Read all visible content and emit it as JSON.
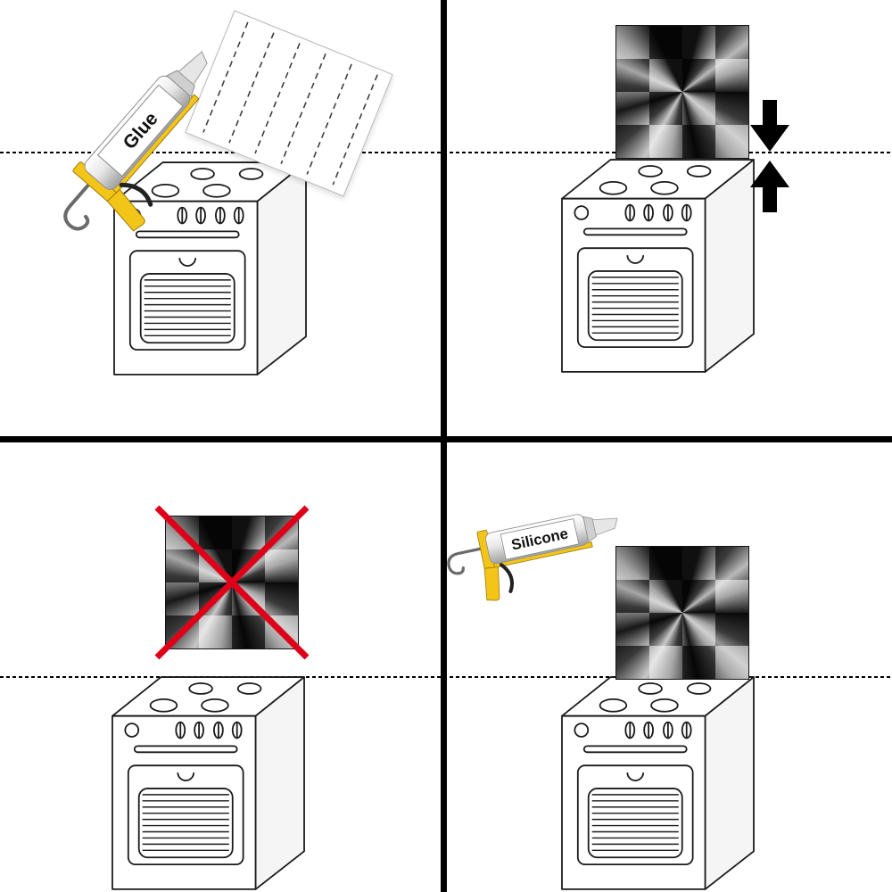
{
  "labels": {
    "glue_tube": "Glue",
    "silicone_tube": "Silicone"
  },
  "colors": {
    "gun_yellow": "#f3c518",
    "prohibition_red": "#de0018",
    "arrow_black": "#000000",
    "outline_black": "#1a1a1a",
    "divider_black": "#000000",
    "steel_dark": "#0c0c0c",
    "steel_light": "#d2d2d2"
  },
  "icons": {
    "press_arrow_down": "thick-down-arrow-shape",
    "press_arrow_up": "thick-up-arrow-shape",
    "prohibition_cross": "red-x-shape",
    "wall_line": "dashed-horizontal-line",
    "caulk_gun": "caulk-gun-shape",
    "stove": "kitchen-stove-line-art",
    "steel_panel": "stainless-steel-splashback"
  }
}
